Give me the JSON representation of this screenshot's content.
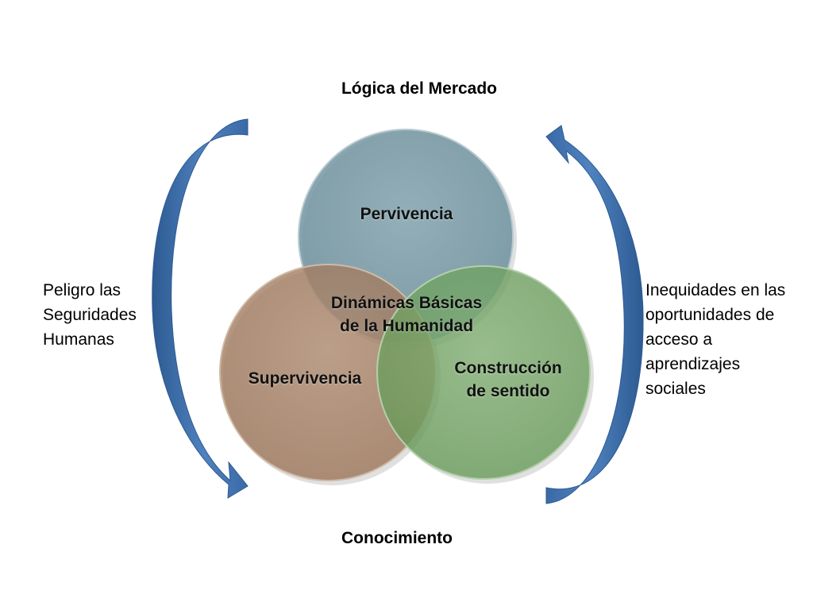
{
  "labels": {
    "top": "Lógica del Mercado",
    "bottom": "Conocimiento",
    "left": "Peligro las Seguridades Humanas",
    "right": "Inequidades en las oportunidades de acceso a aprendizajes sociales"
  },
  "circles": {
    "top": "Pervivencia",
    "left": "Supervivencia",
    "right": "Construcción de sentido",
    "center": "Dinámicas Básicas de la Humanidad"
  },
  "colors": {
    "top_circle": "#6b8f9c",
    "left_circle": "#a07a5e",
    "right_circle": "#6a9e5c",
    "arrow": "#4a78b4",
    "arrow_dark": "#2d5a91"
  }
}
